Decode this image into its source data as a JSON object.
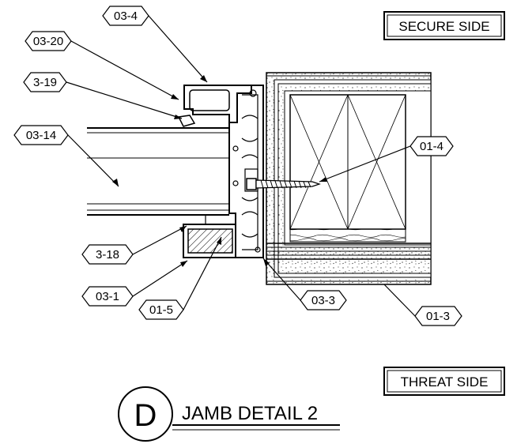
{
  "sides": {
    "secure": "SECURE SIDE",
    "threat": "THREAT SIDE"
  },
  "title": {
    "letter": "D",
    "text": "JAMB DETAIL 2"
  },
  "tags": {
    "t03_4": "03-4",
    "t03_20": "03-20",
    "t3_19": "3-19",
    "t03_14": "03-14",
    "t01_4": "01-4",
    "t3_18": "3-18",
    "t03_1": "03-1",
    "t01_5": "01-5",
    "t03_3": "03-3",
    "t01_3": "01-3"
  }
}
